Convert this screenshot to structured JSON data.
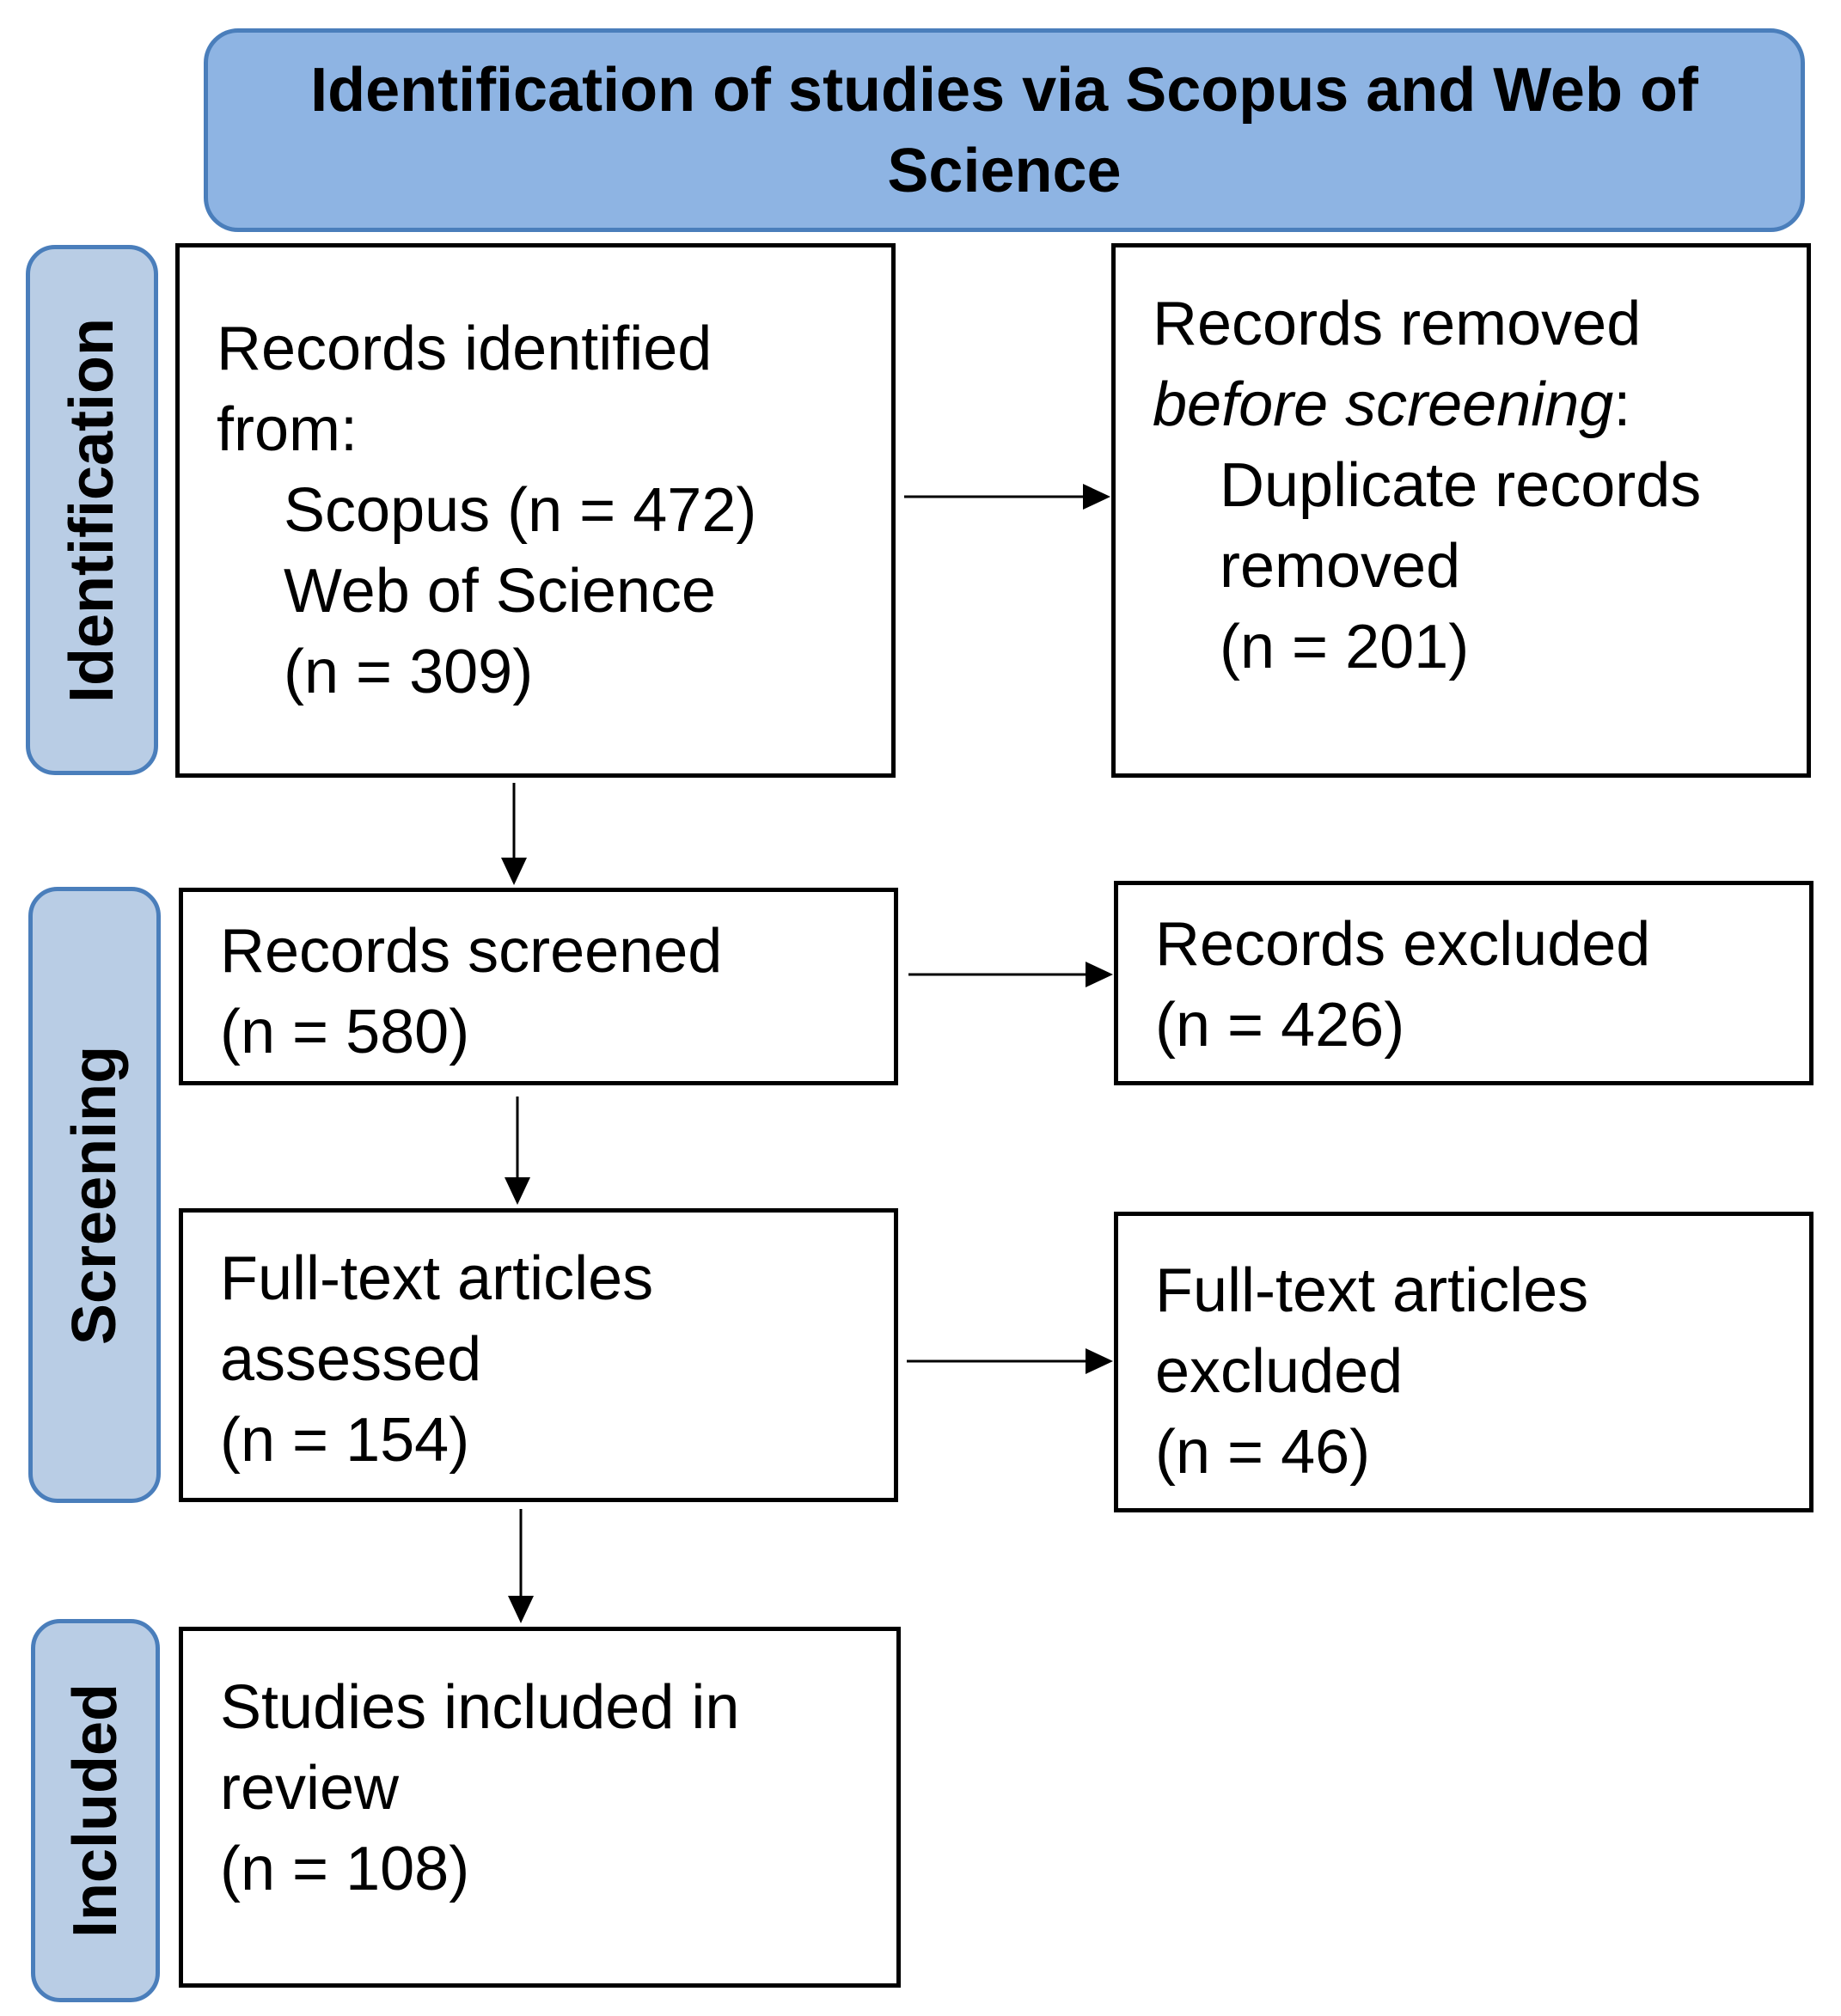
{
  "header": {
    "title": "Identification of studies via Scopus and Web of Science"
  },
  "phases": {
    "identification": "Identification",
    "screening": "Screening",
    "included": "Included"
  },
  "boxes": {
    "identified": {
      "line1": "Records identified",
      "line2": "from:",
      "line3": "Scopus (n = 472)",
      "line4": "Web of Science",
      "line5": "(n = 309)"
    },
    "removed": {
      "line1": "Records removed",
      "line2_italic": "before screening",
      "line2_suffix": ":",
      "line3": "Duplicate records",
      "line4": "removed",
      "line5": "(n = 201)"
    },
    "screened": {
      "line1": "Records screened",
      "line2": "(n = 580)"
    },
    "excluded": {
      "line1": "Records excluded",
      "line2": "(n = 426)"
    },
    "fulltext_assessed": {
      "line1": "Full-text articles",
      "line2": "assessed",
      "line3": "(n = 154)"
    },
    "fulltext_excluded": {
      "line1": "Full-text articles",
      "line2": "excluded",
      "line3": "(n = 46)"
    },
    "included": {
      "line1": "Studies included in",
      "line2": "review",
      "line3": "(n = 108)"
    }
  },
  "colors": {
    "header_fill": "#8eb4e3",
    "phase_fill": "#b9cde5",
    "phase_border": "#4a7ebb",
    "box_border": "#000000"
  }
}
